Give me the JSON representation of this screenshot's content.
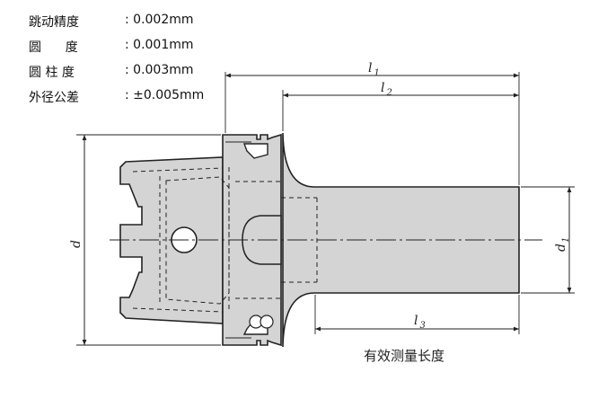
{
  "specs": [
    {
      "label": "跳动精度",
      "value": ": 0.002mm"
    },
    {
      "label": "圆      度",
      "value": ": 0.001mm"
    },
    {
      "label": "圆 柱 度",
      "value": ": 0.003mm"
    },
    {
      "label": "外径公差",
      "value": ": ±0.005mm"
    }
  ],
  "dimensions": {
    "l1": {
      "symbol": "l",
      "sub": "1"
    },
    "l2": {
      "symbol": "l",
      "sub": "2"
    },
    "l3": {
      "symbol": "l",
      "sub": "3"
    },
    "d": {
      "symbol": "d"
    },
    "d1": {
      "symbol": "d",
      "sub": "1"
    }
  },
  "caption": "有效测量长度",
  "colors": {
    "body_fill": "#d4d4d4",
    "line": "#222222"
  }
}
